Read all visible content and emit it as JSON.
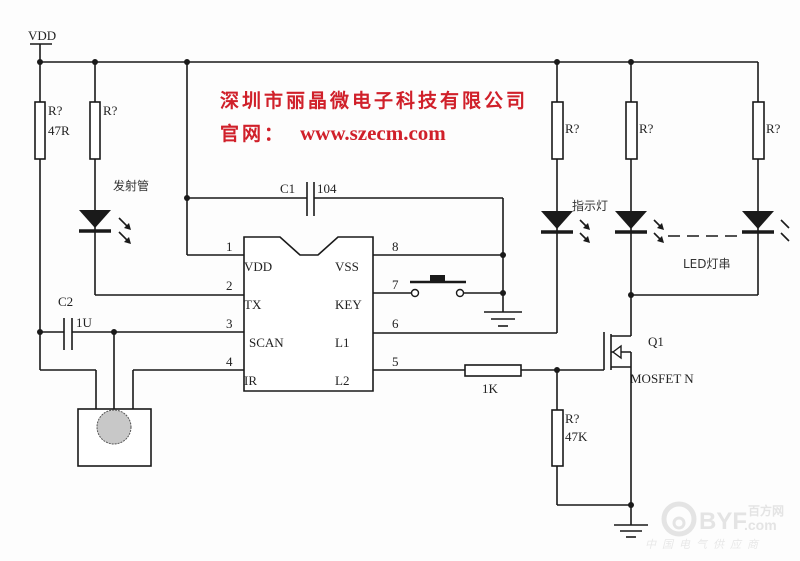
{
  "colors": {
    "wire": "#1a1a1a",
    "title": "#d0202a",
    "sensor_fill": "#c8c8c8",
    "watermark": "#e4e4e4"
  },
  "header": {
    "company": "深圳市丽晶微电子科技有限公司",
    "website_label": "官网：",
    "website": "www.szecm.com"
  },
  "power": {
    "vdd_label": "VDD"
  },
  "ic": {
    "pins_left": [
      {
        "num": "1",
        "name": "VDD"
      },
      {
        "num": "2",
        "name": "TX"
      },
      {
        "num": "3",
        "name": "SCAN"
      },
      {
        "num": "4",
        "name": "IR"
      }
    ],
    "pins_right": [
      {
        "num": "8",
        "name": "VSS"
      },
      {
        "num": "7",
        "name": "KEY"
      },
      {
        "num": "6",
        "name": "L1"
      },
      {
        "num": "5",
        "name": "L2"
      }
    ]
  },
  "components": {
    "r1": {
      "ref": "R?",
      "value": "47R"
    },
    "r2": {
      "ref": "R?"
    },
    "r3": {
      "ref": "R?"
    },
    "r4": {
      "ref": "R?"
    },
    "r5": {
      "ref": "R?"
    },
    "r6": {
      "ref": "R?",
      "value": "47K"
    },
    "r_gate": {
      "value": "1K"
    },
    "c1": {
      "ref": "C1",
      "value": "104"
    },
    "c2": {
      "ref": "C2",
      "value": "1U"
    },
    "q1": {
      "ref": "Q1",
      "type": "MOSFET N"
    }
  },
  "annotations": {
    "emitter": "发射管",
    "indicator": "指示灯",
    "led_string": "LED灯串"
  },
  "watermark": {
    "brand": "BYF",
    "brand_cn": "百方网",
    "domain": ".com",
    "slogan": "中国电气供应商"
  }
}
